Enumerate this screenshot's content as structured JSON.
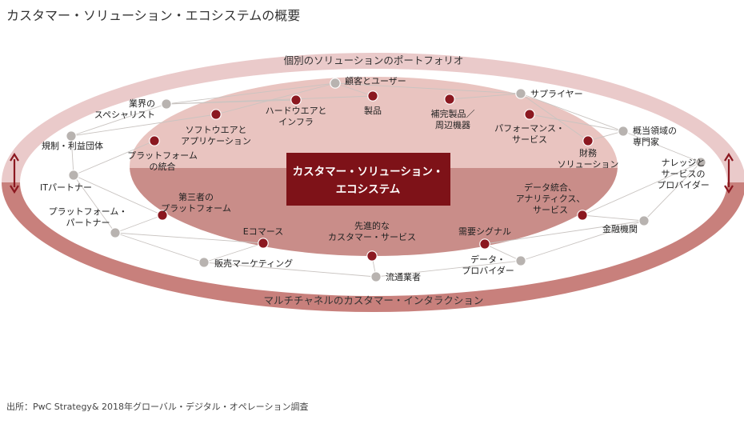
{
  "title": "カスタマー・ソリューション・エコシステムの概要",
  "source": "出所：PwC Strategy& 2018年グローバル・デジタル・オペレーション調査",
  "colors": {
    "outer_ring_upper": "#eacaca",
    "outer_ring_lower": "#c8807c",
    "inner_upper": "#e9c4c0",
    "inner_lower": "#c98d89",
    "center_box": "#7e1218",
    "red_node": "#8b1820",
    "gray_node": "#b8b3b0",
    "line": "#c9c4c1",
    "arrow": "#8b1820"
  },
  "ring_labels": {
    "top": "個別のソリューションのポートフォリオ",
    "bottom": "マルチチャネルのカスタマー・インタラクション"
  },
  "center": {
    "line1": "カスタマー・ソリューション・",
    "line2": "エコシステム"
  },
  "inner_nodes": [
    {
      "lines": [
        "ハードウエアと",
        "インフラ"
      ]
    },
    {
      "lines": [
        "製品"
      ]
    },
    {
      "lines": [
        "補完製品／",
        "周辺機器"
      ]
    },
    {
      "lines": [
        "ソフトウエアと",
        "アプリケーション"
      ]
    },
    {
      "lines": [
        "パフォーマンス・",
        "サービス"
      ]
    },
    {
      "lines": [
        "プラットフォーム",
        "の統合"
      ]
    },
    {
      "lines": [
        "財務",
        "ソリューション"
      ]
    },
    {
      "lines": [
        "第三者の",
        "プラットフォーム"
      ]
    },
    {
      "lines": [
        "データ統合、",
        "アナリティクス、",
        "サービス"
      ]
    },
    {
      "lines": [
        "Eコマース"
      ]
    },
    {
      "lines": [
        "先進的な",
        "カスタマー・サービス"
      ]
    },
    {
      "lines": [
        "需要シグナル"
      ]
    }
  ],
  "outer_nodes": [
    {
      "lines": [
        "顧客とユーザー"
      ]
    },
    {
      "lines": [
        "サプライヤー"
      ]
    },
    {
      "lines": [
        "業界の",
        "スペシャリスト"
      ]
    },
    {
      "lines": [
        "概当領域の",
        "専門家"
      ]
    },
    {
      "lines": [
        "規制・利益団体"
      ]
    },
    {
      "lines": [
        "ナレッジと",
        "サービスの",
        "プロバイダー"
      ]
    },
    {
      "lines": [
        "ITパートナー"
      ]
    },
    {
      "lines": [
        "プラットフォーム・",
        "パートナー"
      ]
    },
    {
      "lines": [
        "金融機関"
      ]
    },
    {
      "lines": [
        "販売マーケティング"
      ]
    },
    {
      "lines": [
        "データ・",
        "プロバイダー"
      ]
    },
    {
      "lines": [
        "流通業者"
      ]
    }
  ]
}
